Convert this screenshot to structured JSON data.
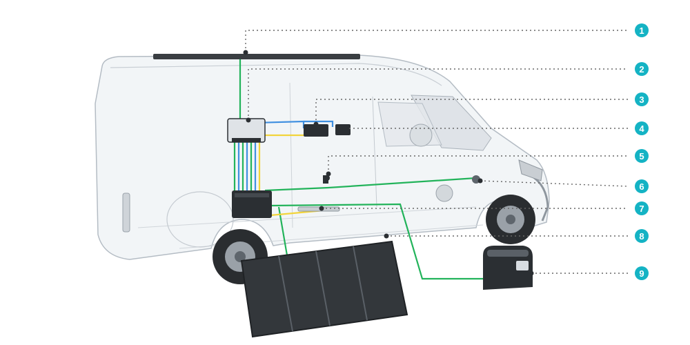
{
  "diagram": {
    "callouts": [
      {
        "number": "1"
      },
      {
        "number": "2"
      },
      {
        "number": "3"
      },
      {
        "number": "4"
      },
      {
        "number": "5"
      },
      {
        "number": "6"
      },
      {
        "number": "7"
      },
      {
        "number": "8"
      },
      {
        "number": "9"
      }
    ]
  },
  "colors": {
    "badge": "#14b3c4",
    "badge_text": "#ffffff",
    "leader_line": "#666666",
    "green_wire": "#22b35a",
    "blue_wire": "#3f8fe0",
    "yellow_wire": "#f2d43b",
    "van_outline": "#b4bcc4",
    "van_fill": "#eef1f4",
    "device_dark": "#2b2f33",
    "panel_dark": "#33373b"
  }
}
